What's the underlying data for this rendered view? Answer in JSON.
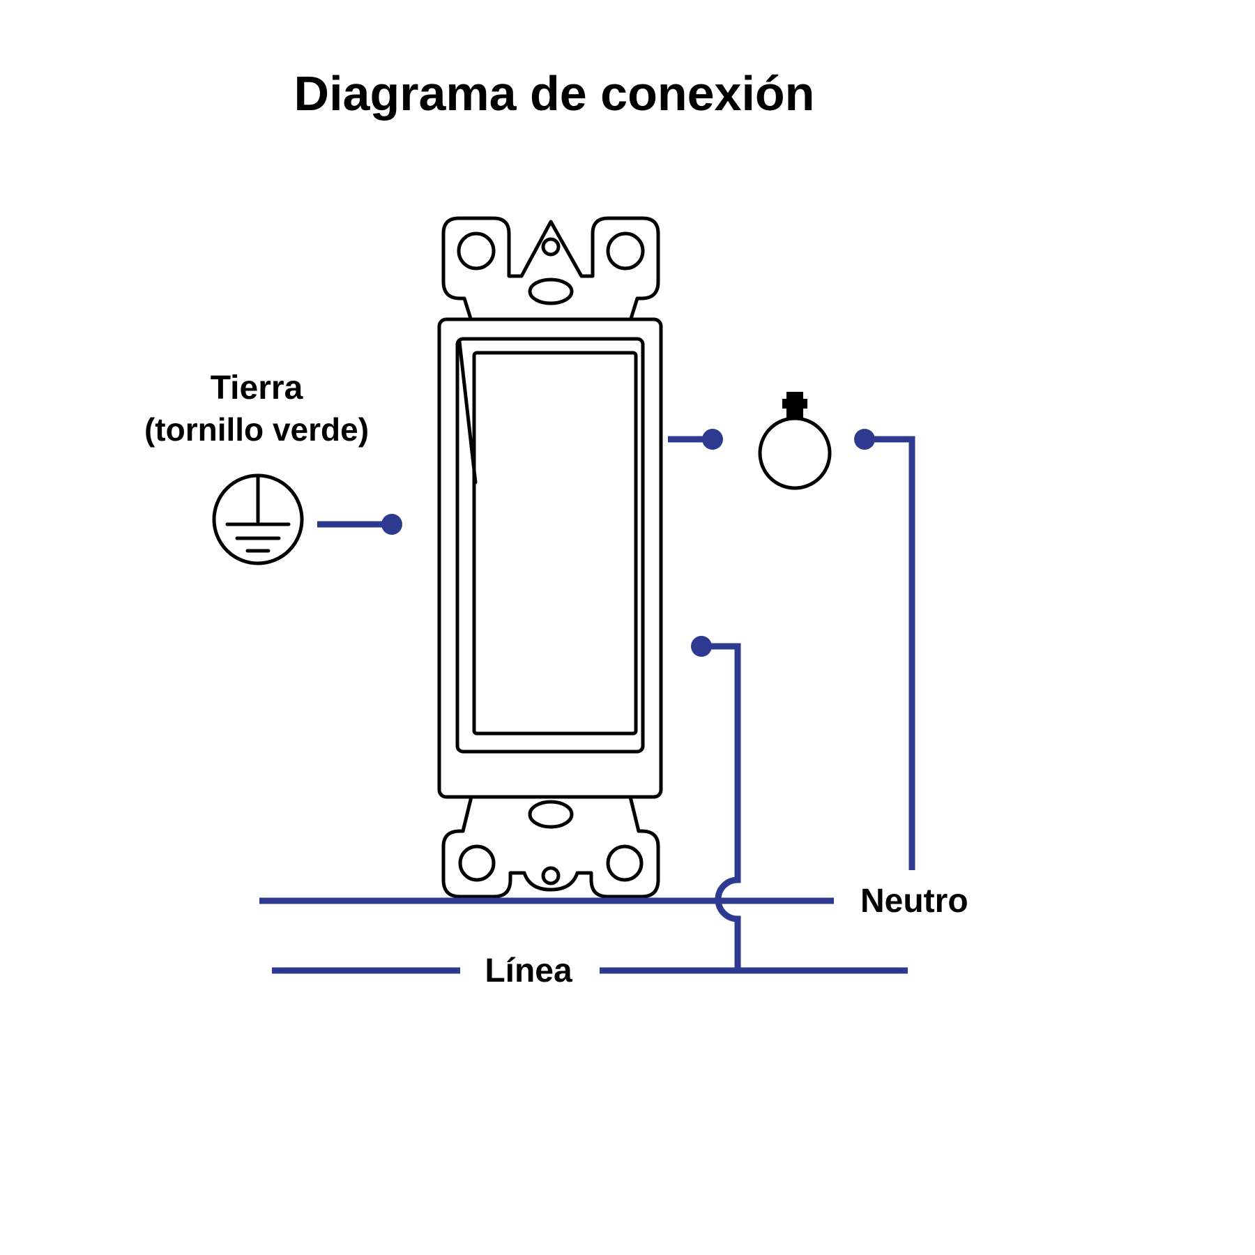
{
  "title": "Diagrama de conexión",
  "labels": {
    "ground_line1": "Tierra",
    "ground_line2": "(tornillo verde)",
    "neutral": "Neutro",
    "line": "Línea"
  },
  "components": {
    "switch": "decorator-switch-front-view",
    "ground": "ground-symbol",
    "bulb": "light-bulb-icon",
    "junctions": [
      "ground-terminal-dot",
      "load-terminal-dot",
      "bulb-neutral-dot",
      "line-terminal-dot"
    ]
  },
  "colors": {
    "wire": "#2e3a8f",
    "ink": "#000000",
    "background": "#ffffff"
  }
}
